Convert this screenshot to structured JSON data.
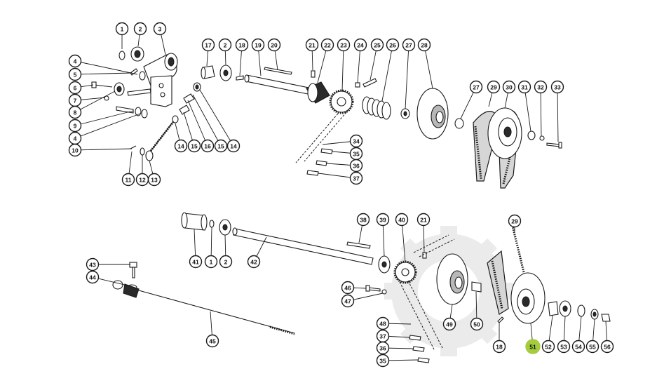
{
  "diagram": {
    "highlight_color": "#a4cc3c",
    "callouts": [
      {
        "id": "c1",
        "label": "1",
        "highlighted": false
      },
      {
        "id": "c2a",
        "label": "2",
        "highlighted": false
      },
      {
        "id": "c3",
        "label": "3",
        "highlighted": false
      },
      {
        "id": "c4a",
        "label": "4",
        "highlighted": false
      },
      {
        "id": "c5",
        "label": "5",
        "highlighted": false
      },
      {
        "id": "c6",
        "label": "6",
        "highlighted": false
      },
      {
        "id": "c7",
        "label": "7",
        "highlighted": false
      },
      {
        "id": "c8",
        "label": "8",
        "highlighted": false
      },
      {
        "id": "c9",
        "label": "9",
        "highlighted": false
      },
      {
        "id": "c4b",
        "label": "4",
        "highlighted": false
      },
      {
        "id": "c10",
        "label": "10",
        "highlighted": false
      },
      {
        "id": "c11",
        "label": "11",
        "highlighted": false
      },
      {
        "id": "c12",
        "label": "12",
        "highlighted": false
      },
      {
        "id": "c13",
        "label": "13",
        "highlighted": false
      },
      {
        "id": "c14a",
        "label": "14",
        "highlighted": false
      },
      {
        "id": "c15a",
        "label": "15",
        "highlighted": false
      },
      {
        "id": "c16",
        "label": "16",
        "highlighted": false
      },
      {
        "id": "c15b",
        "label": "15",
        "highlighted": false
      },
      {
        "id": "c14b",
        "label": "14",
        "highlighted": false
      },
      {
        "id": "c17",
        "label": "17",
        "highlighted": false
      },
      {
        "id": "c2b",
        "label": "2",
        "highlighted": false
      },
      {
        "id": "c18a",
        "label": "18",
        "highlighted": false
      },
      {
        "id": "c19",
        "label": "19",
        "highlighted": false
      },
      {
        "id": "c20",
        "label": "20",
        "highlighted": false
      },
      {
        "id": "c21a",
        "label": "21",
        "highlighted": false
      },
      {
        "id": "c22",
        "label": "22",
        "highlighted": false
      },
      {
        "id": "c23",
        "label": "23",
        "highlighted": false
      },
      {
        "id": "c24",
        "label": "24",
        "highlighted": false
      },
      {
        "id": "c25",
        "label": "25",
        "highlighted": false
      },
      {
        "id": "c26",
        "label": "26",
        "highlighted": false
      },
      {
        "id": "c27a",
        "label": "27",
        "highlighted": false
      },
      {
        "id": "c28",
        "label": "28",
        "highlighted": false
      },
      {
        "id": "c27b",
        "label": "27",
        "highlighted": false
      },
      {
        "id": "c29a",
        "label": "29",
        "highlighted": false
      },
      {
        "id": "c30",
        "label": "30",
        "highlighted": false
      },
      {
        "id": "c31",
        "label": "31",
        "highlighted": false
      },
      {
        "id": "c32",
        "label": "32",
        "highlighted": false
      },
      {
        "id": "c33",
        "label": "33",
        "highlighted": false
      },
      {
        "id": "c34",
        "label": "34",
        "highlighted": false
      },
      {
        "id": "c35a",
        "label": "35",
        "highlighted": false
      },
      {
        "id": "c36a",
        "label": "36",
        "highlighted": false
      },
      {
        "id": "c37a",
        "label": "37",
        "highlighted": false
      },
      {
        "id": "c41",
        "label": "41",
        "highlighted": false
      },
      {
        "id": "c1b",
        "label": "1",
        "highlighted": false
      },
      {
        "id": "c2c",
        "label": "2",
        "highlighted": false
      },
      {
        "id": "c42",
        "label": "42",
        "highlighted": false
      },
      {
        "id": "c38",
        "label": "38",
        "highlighted": false
      },
      {
        "id": "c39",
        "label": "39",
        "highlighted": false
      },
      {
        "id": "c40",
        "label": "40",
        "highlighted": false
      },
      {
        "id": "c21b",
        "label": "21",
        "highlighted": false
      },
      {
        "id": "c29b",
        "label": "29",
        "highlighted": false
      },
      {
        "id": "c43",
        "label": "43",
        "highlighted": false
      },
      {
        "id": "c44",
        "label": "44",
        "highlighted": false
      },
      {
        "id": "c45",
        "label": "45",
        "highlighted": false
      },
      {
        "id": "c46",
        "label": "46",
        "highlighted": false
      },
      {
        "id": "c47",
        "label": "47",
        "highlighted": false
      },
      {
        "id": "c49",
        "label": "49",
        "highlighted": false
      },
      {
        "id": "c50",
        "label": "50",
        "highlighted": false
      },
      {
        "id": "c48",
        "label": "48",
        "highlighted": false
      },
      {
        "id": "c37b",
        "label": "37",
        "highlighted": false
      },
      {
        "id": "c36b",
        "label": "36",
        "highlighted": false
      },
      {
        "id": "c35b",
        "label": "35",
        "highlighted": false
      },
      {
        "id": "c18b",
        "label": "18",
        "highlighted": false
      },
      {
        "id": "c51",
        "label": "51",
        "highlighted": true
      },
      {
        "id": "c52",
        "label": "52",
        "highlighted": false
      },
      {
        "id": "c53",
        "label": "53",
        "highlighted": false
      },
      {
        "id": "c54",
        "label": "54",
        "highlighted": false
      },
      {
        "id": "c55",
        "label": "55",
        "highlighted": false
      },
      {
        "id": "c56",
        "label": "56",
        "highlighted": false
      }
    ]
  }
}
